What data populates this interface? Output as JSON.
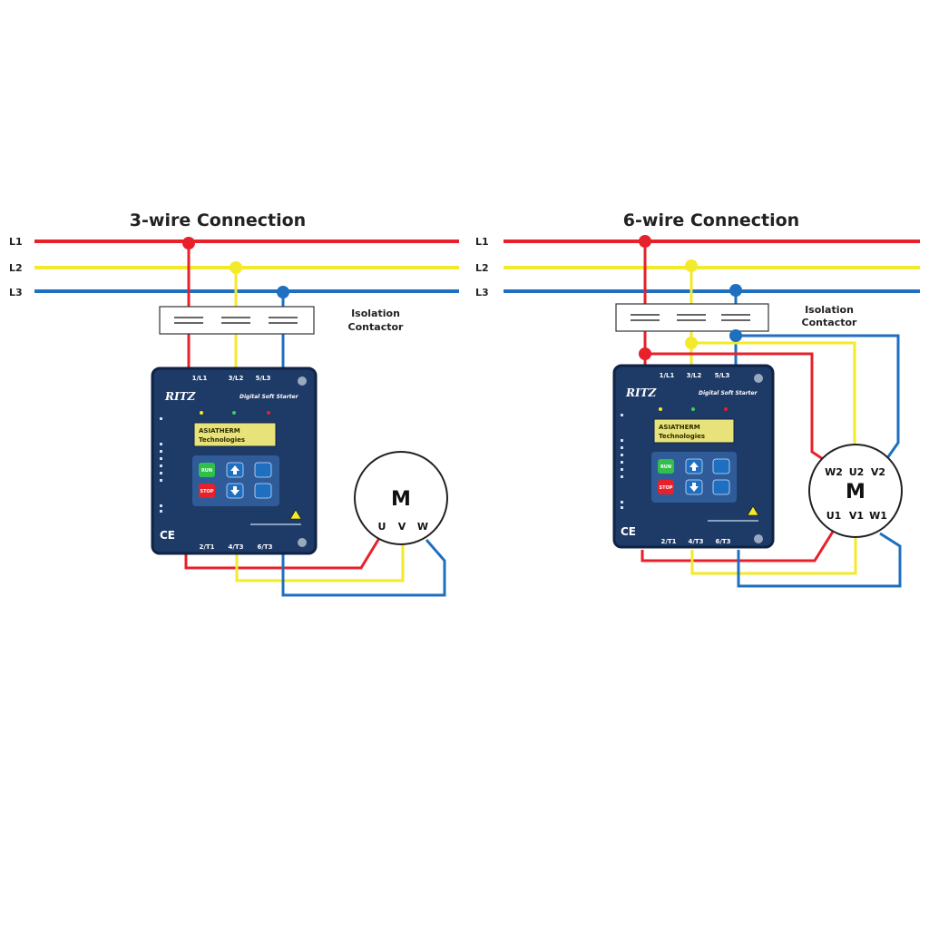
{
  "colors": {
    "l1": "#e8202a",
    "l2": "#f2ea2a",
    "l3": "#1f6fc0",
    "panel": "#1e3a66",
    "lcd": "#e8e27a"
  },
  "diagrams": [
    {
      "title": "3-wire Connection",
      "lines": [
        "L1",
        "L2",
        "L3"
      ],
      "contactor": [
        "Isolation",
        "Contactor"
      ],
      "top_terminals": [
        "1/L1",
        "3/L2",
        "5/L3"
      ],
      "bottom_terminals": [
        "2/T1",
        "4/T3",
        "6/T3"
      ],
      "brand": "RITZ",
      "product": "Digital Soft Starter",
      "lcd": [
        "ASIATHERM",
        "Technologies"
      ],
      "buttons": [
        "RUN",
        "STOP"
      ],
      "ce": "CE",
      "motor": {
        "label": "M",
        "terms_top": [],
        "terms_bottom": [
          "U",
          "V",
          "W"
        ]
      }
    },
    {
      "title": "6-wire Connection",
      "lines": [
        "L1",
        "L2",
        "L3"
      ],
      "contactor": [
        "Isolation",
        "Contactor"
      ],
      "top_terminals": [
        "1/L1",
        "3/L2",
        "5/L3"
      ],
      "bottom_terminals": [
        "2/T1",
        "4/T3",
        "6/T3"
      ],
      "brand": "RITZ",
      "product": "Digital Soft Starter",
      "lcd": [
        "ASIATHERM",
        "Technologies"
      ],
      "buttons": [
        "RUN",
        "STOP"
      ],
      "ce": "CE",
      "motor": {
        "label": "M",
        "terms_top": [
          "W2",
          "U2",
          "V2"
        ],
        "terms_bottom": [
          "U1",
          "V1",
          "W1"
        ]
      }
    }
  ]
}
